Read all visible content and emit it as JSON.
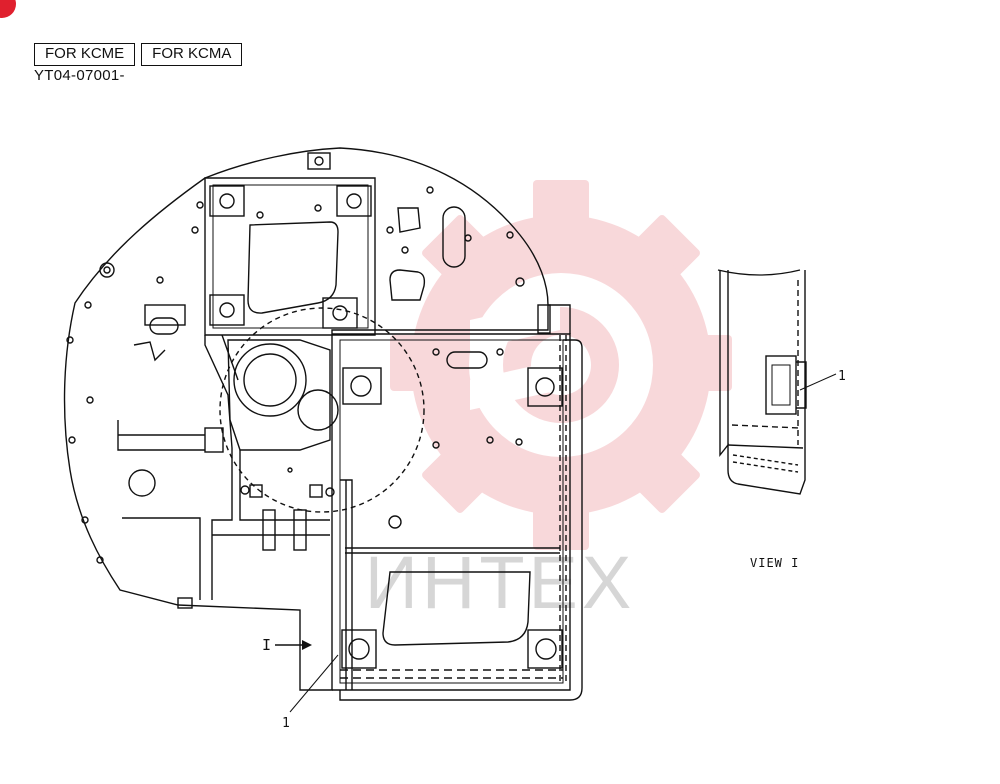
{
  "header": {
    "tags": [
      "FOR KCME",
      "FOR KCMA"
    ],
    "model_code": "YT04-07001-"
  },
  "callouts": {
    "main_part_number": "1",
    "view_arrow_letter": "I",
    "detail_part_number": "1"
  },
  "detail_view": {
    "caption": "VIEW I"
  },
  "watermark": {
    "text": "ИНТЕХ",
    "color": "#f3b9bd"
  }
}
